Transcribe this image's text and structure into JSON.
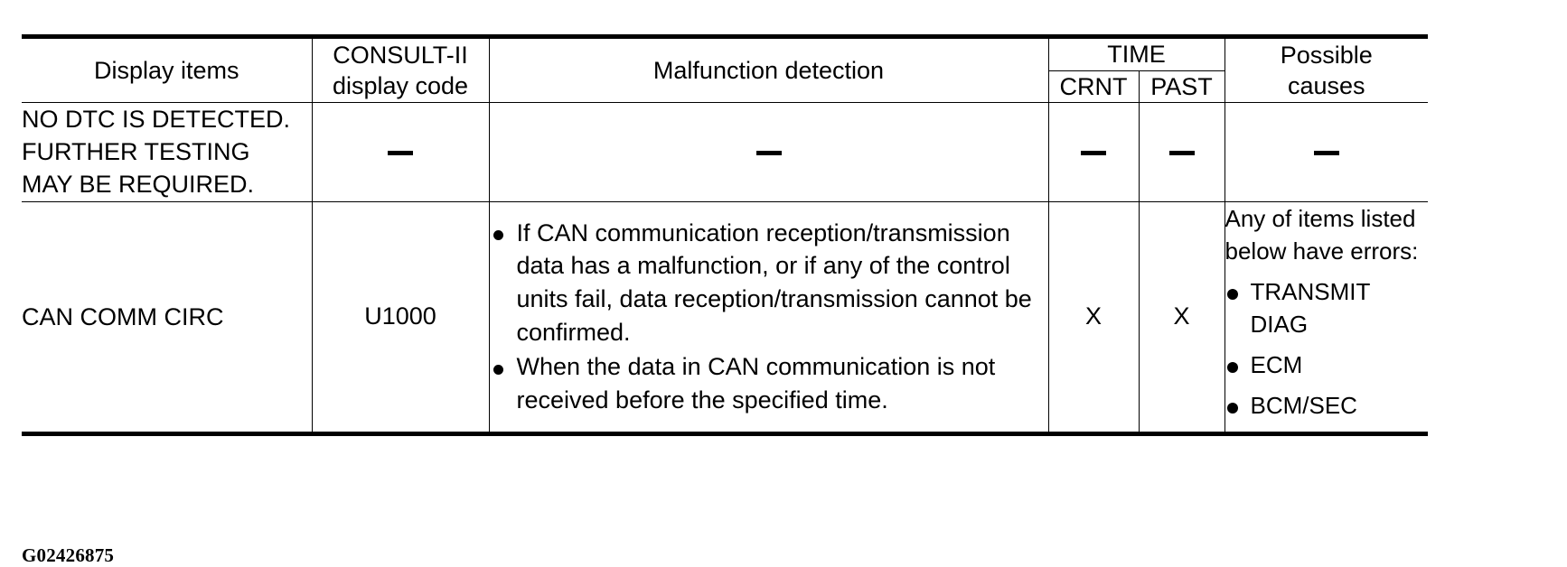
{
  "table": {
    "headers": {
      "display_items": "Display items",
      "consult_code_line1": "CONSULT-II",
      "consult_code_line2": "display code",
      "malfunction_detection": "Malfunction detection",
      "time": "TIME",
      "time_crnt": "CRNT",
      "time_past": "PAST",
      "possible_causes_line1": "Possible",
      "possible_causes_line2": "causes"
    },
    "rows": [
      {
        "display_items_line1": "NO DTC IS DETECTED.",
        "display_items_line2": "FURTHER TESTING",
        "display_items_line3": "MAY BE REQUIRED.",
        "consult_code": "—",
        "malfunction_detection": "—",
        "crnt": "—",
        "past": "—",
        "possible_causes": "—"
      },
      {
        "display_items": "CAN COMM CIRC",
        "consult_code": "U1000",
        "detection_bullets": [
          "If CAN communication reception/transmission data has a malfunction, or if any of the control units fail, data reception/transmission cannot be confirmed.",
          "When the data in CAN communication is not received before the specified time."
        ],
        "crnt": "X",
        "past": "X",
        "causes_lead": "Any of items listed below have errors:",
        "causes_bullets": [
          "TRANSMIT DIAG",
          "ECM",
          "BCM/SEC"
        ]
      }
    ]
  },
  "figure": {
    "caption": "G02426875"
  }
}
